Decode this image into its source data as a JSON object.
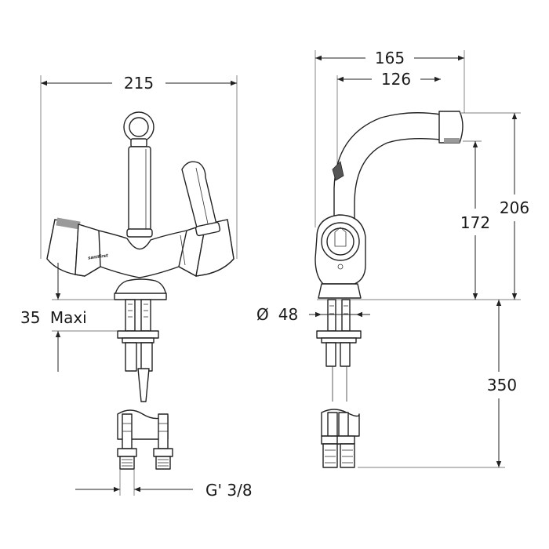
{
  "dimensions": {
    "front_width": "215",
    "side_width": "165",
    "spout_reach": "126",
    "height_total": "206",
    "height_spout": "172",
    "deck_thickness": "35",
    "deck_thickness_suffix": "Maxi",
    "base_diameter_symbol": "Ø",
    "base_diameter": "48",
    "hose_length": "350",
    "thread_size": "G' 3/8"
  },
  "brand": {
    "logo_text": "sanifirst"
  }
}
